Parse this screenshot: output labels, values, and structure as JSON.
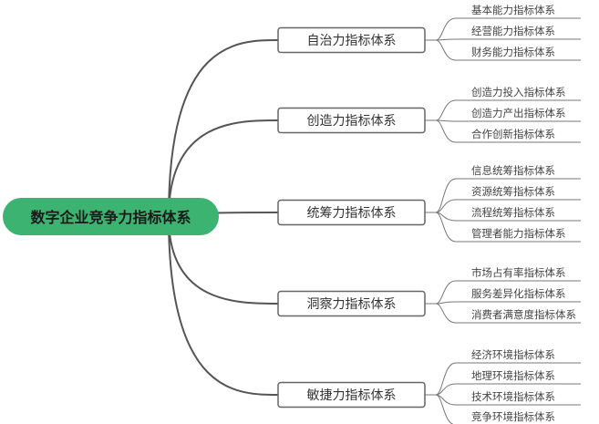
{
  "root": {
    "label": "数字企业竞争力指标体系"
  },
  "colors": {
    "root_fill": "#3cb371",
    "line": "#555555",
    "leaf_line": "#777777",
    "box_border": "#666666"
  },
  "branches": [
    {
      "label": "自治力指标体系",
      "children": [
        "基本能力指标体系",
        "经营能力指标体系",
        "财务能力指标体系"
      ]
    },
    {
      "label": "创造力指标体系",
      "children": [
        "创造力投入指标体系",
        "创造力产出指标体系",
        "合作创新指标体系"
      ]
    },
    {
      "label": "统筹力指标体系",
      "children": [
        "信息统筹指标体系",
        "资源统筹指标体系",
        "流程统筹指标体系",
        "管理者能力指标体系"
      ]
    },
    {
      "label": "洞察力指标体系",
      "children": [
        "市场占有率指标体系",
        "服务差异化指标体系",
        "消费者满意度指标体系"
      ]
    },
    {
      "label": "敏捷力指标体系",
      "children": [
        "经济环境指标体系",
        "地理环境指标体系",
        "技术环境指标体系",
        "竞争环境指标体系"
      ]
    }
  ]
}
